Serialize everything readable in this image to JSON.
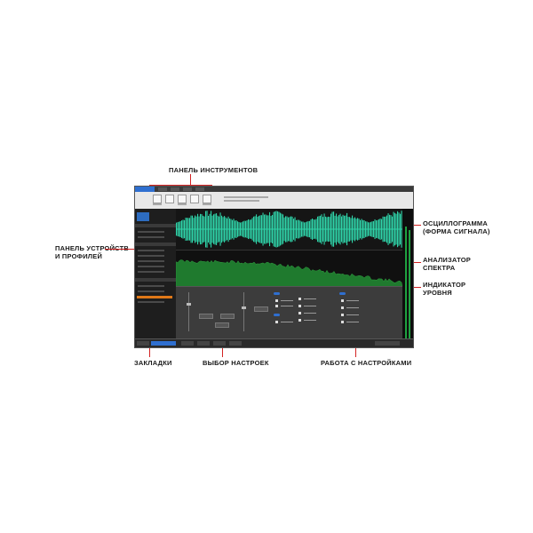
{
  "callouts": {
    "toolbar": "ПАНЕЛЬ ИНСТРУМЕНТОВ",
    "devices_line1": "ПАНЕЛЬ УСТРОЙСТВ",
    "devices_line2": "И ПРОФИЛЕЙ",
    "waveform_line1": "ОСЦИЛЛОГРАММА",
    "waveform_line2": "(ФОРМА СИГНАЛА)",
    "spectrum_line1": "АНАЛИЗАТОР",
    "spectrum_line2": "СПЕКТРА",
    "level_line1": "ИНДИКАТОР",
    "level_line2": "УРОВНЯ",
    "tabs": "ЗАКЛАДКИ",
    "preset": "ВЫБОР НАСТРОЕК",
    "settings_work": "РАБОТА С НАСТРОЙКАМИ"
  },
  "colors": {
    "accent_line": "#d32222",
    "waveform": "#2fd3a8",
    "spectrum": "#1f7a2e",
    "meter": "#1fa040",
    "tab_blue": "#2f6fd0",
    "sidebar_orange": "#e07818"
  }
}
